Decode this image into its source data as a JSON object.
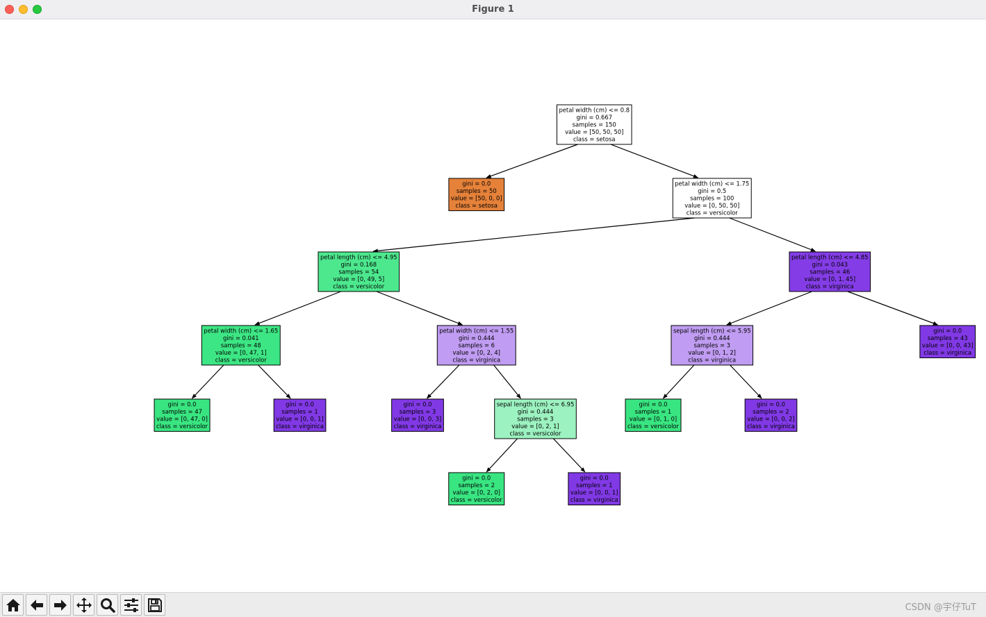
{
  "window": {
    "title": "Figure 1"
  },
  "watermark": "CSDN @宇仔TuT",
  "toolbar": {
    "buttons": [
      {
        "icon": "home-icon"
      },
      {
        "icon": "back-arrow-icon"
      },
      {
        "icon": "forward-arrow-icon"
      },
      {
        "icon": "pan-icon"
      },
      {
        "icon": "zoom-icon"
      },
      {
        "icon": "configure-subplots-icon"
      },
      {
        "icon": "save-icon"
      }
    ]
  },
  "tree": {
    "class_colors": {
      "setosa": "#e58139",
      "versicolor": "#39e581",
      "virginica": "#8139e5"
    },
    "nodes": [
      {
        "id": 0,
        "parent": null,
        "level": 0,
        "order": 3.5,
        "class": "setosa",
        "purity": 0.0,
        "lines": [
          "petal width (cm) <= 0.8",
          "gini = 0.667",
          "samples = 150",
          "value = [50, 50, 50]",
          "class = setosa"
        ]
      },
      {
        "id": 1,
        "parent": 0,
        "level": 1,
        "order": 2.5,
        "class": "setosa",
        "purity": 1.0,
        "lines": [
          "gini = 0.0",
          "samples = 50",
          "value = [50, 0, 0]",
          "class = setosa"
        ]
      },
      {
        "id": 2,
        "parent": 0,
        "level": 1,
        "order": 4.5,
        "class": "versicolor",
        "purity": 0.0,
        "lines": [
          "petal width (cm) <= 1.75",
          "gini = 0.5",
          "samples = 100",
          "value = [0, 50, 50]",
          "class = versicolor"
        ]
      },
      {
        "id": 3,
        "parent": 2,
        "level": 2,
        "order": 1.5,
        "class": "versicolor",
        "purity": 0.9,
        "lines": [
          "petal length (cm) <= 4.95",
          "gini = 0.168",
          "samples = 54",
          "value = [0, 49, 5]",
          "class = versicolor"
        ]
      },
      {
        "id": 4,
        "parent": 3,
        "level": 3,
        "order": 0.5,
        "class": "versicolor",
        "purity": 0.98,
        "lines": [
          "petal width (cm) <= 1.65",
          "gini = 0.041",
          "samples = 48",
          "value = [0, 47, 1]",
          "class = versicolor"
        ]
      },
      {
        "id": 5,
        "parent": 4,
        "level": 4,
        "order": 0,
        "class": "versicolor",
        "purity": 1.0,
        "lines": [
          "gini = 0.0",
          "samples = 47",
          "value = [0, 47, 0]",
          "class = versicolor"
        ]
      },
      {
        "id": 6,
        "parent": 4,
        "level": 4,
        "order": 1,
        "class": "virginica",
        "purity": 1.0,
        "lines": [
          "gini = 0.0",
          "samples = 1",
          "value = [0, 0, 1]",
          "class = virginica"
        ]
      },
      {
        "id": 7,
        "parent": 3,
        "level": 3,
        "order": 2.5,
        "class": "virginica",
        "purity": 0.5,
        "lines": [
          "petal width (cm) <= 1.55",
          "gini = 0.444",
          "samples = 6",
          "value = [0, 2, 4]",
          "class = virginica"
        ]
      },
      {
        "id": 8,
        "parent": 7,
        "level": 4,
        "order": 2,
        "class": "virginica",
        "purity": 1.0,
        "lines": [
          "gini = 0.0",
          "samples = 3",
          "value = [0, 0, 3]",
          "class = virginica"
        ]
      },
      {
        "id": 9,
        "parent": 7,
        "level": 4,
        "order": 3,
        "class": "versicolor",
        "purity": 0.5,
        "lines": [
          "sepal length (cm) <= 6.95",
          "gini = 0.444",
          "samples = 3",
          "value = [0, 2, 1]",
          "class = versicolor"
        ]
      },
      {
        "id": 10,
        "parent": 9,
        "level": 5,
        "order": 2.5,
        "class": "versicolor",
        "purity": 1.0,
        "lines": [
          "gini = 0.0",
          "samples = 2",
          "value = [0, 2, 0]",
          "class = versicolor"
        ]
      },
      {
        "id": 11,
        "parent": 9,
        "level": 5,
        "order": 3.5,
        "class": "virginica",
        "purity": 1.0,
        "lines": [
          "gini = 0.0",
          "samples = 1",
          "value = [0, 0, 1]",
          "class = virginica"
        ]
      },
      {
        "id": 12,
        "parent": 2,
        "level": 2,
        "order": 5.5,
        "class": "virginica",
        "purity": 0.98,
        "lines": [
          "petal length (cm) <= 4.85",
          "gini = 0.043",
          "samples = 46",
          "value = [0, 1, 45]",
          "class = virginica"
        ]
      },
      {
        "id": 13,
        "parent": 12,
        "level": 3,
        "order": 4.5,
        "class": "virginica",
        "purity": 0.5,
        "lines": [
          "sepal length (cm) <= 5.95",
          "gini = 0.444",
          "samples = 3",
          "value = [0, 1, 2]",
          "class = virginica"
        ]
      },
      {
        "id": 14,
        "parent": 13,
        "level": 4,
        "order": 4,
        "class": "versicolor",
        "purity": 1.0,
        "lines": [
          "gini = 0.0",
          "samples = 1",
          "value = [0, 1, 0]",
          "class = versicolor"
        ]
      },
      {
        "id": 15,
        "parent": 13,
        "level": 4,
        "order": 5,
        "class": "virginica",
        "purity": 1.0,
        "lines": [
          "gini = 0.0",
          "samples = 2",
          "value = [0, 0, 2]",
          "class = virginica"
        ]
      },
      {
        "id": 16,
        "parent": 12,
        "level": 3,
        "order": 6.5,
        "class": "virginica",
        "purity": 1.0,
        "lines": [
          "gini = 0.0",
          "samples = 43",
          "value = [0, 0, 43]",
          "class = virginica"
        ]
      }
    ]
  }
}
